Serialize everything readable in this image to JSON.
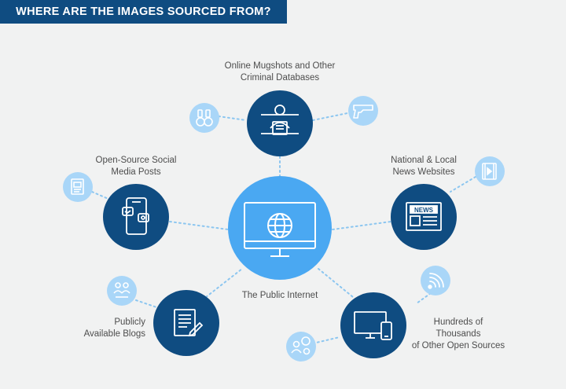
{
  "header": {
    "title": "WHERE ARE THE IMAGES SOURCED FROM?"
  },
  "colors": {
    "background": "#f1f2f2",
    "banner": "#0f4c81",
    "dark_node": "#0f4c81",
    "center_node": "#4aa8f2",
    "small_icon": "#a9d6f8",
    "connector": "#8cc6f0",
    "label_text": "#4d4d4d"
  },
  "center": {
    "label": "The Public Internet",
    "icon": "monitor-globe-icon"
  },
  "nodes": [
    {
      "id": "mugshots",
      "line1": "Online Mugshots and Other",
      "line2": "Criminal Databases",
      "icon": "mugshot-person-icon"
    },
    {
      "id": "social",
      "line1": "Open-Source Social",
      "line2": "Media Posts",
      "icon": "smartphone-chat-icon"
    },
    {
      "id": "news",
      "line1": "National & Local",
      "line2": "News Websites",
      "icon": "newspaper-icon"
    },
    {
      "id": "blogs",
      "line1": "Publicly",
      "line2": "Available Blogs",
      "icon": "document-pen-icon"
    },
    {
      "id": "open_sources",
      "line1": "Hundreds of Thousands",
      "line2": "of Other Open Sources",
      "icon": "devices-icon"
    }
  ],
  "satellite_icons": [
    "handcuffs-icon",
    "gun-icon",
    "photo-document-icon",
    "video-file-icon",
    "blog-people-icon",
    "wifi-icon",
    "people-bitcoin-icon"
  ],
  "news_icon_text": "NEWS"
}
